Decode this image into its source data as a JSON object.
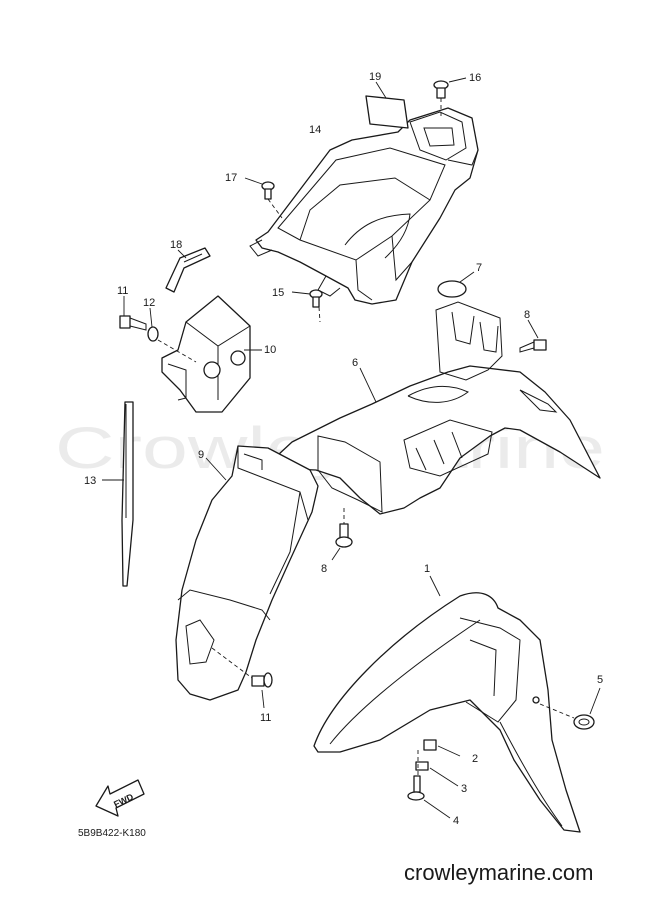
{
  "watermark": "CrowleyMarine",
  "diagram_code": "5B9B422-K180",
  "website": "crowleymarine.com",
  "fwd_label": "FWD",
  "callouts": {
    "c1": "1",
    "c2": "2",
    "c3": "3",
    "c4": "4",
    "c5": "5",
    "c6": "6",
    "c7": "7",
    "c8a": "8",
    "c8b": "8",
    "c9": "9",
    "c10": "10",
    "c11a": "11",
    "c11b": "11",
    "c12": "12",
    "c13": "13",
    "c14": "14",
    "c15": "15",
    "c16": "16",
    "c17": "17",
    "c18": "18",
    "c19": "19"
  }
}
